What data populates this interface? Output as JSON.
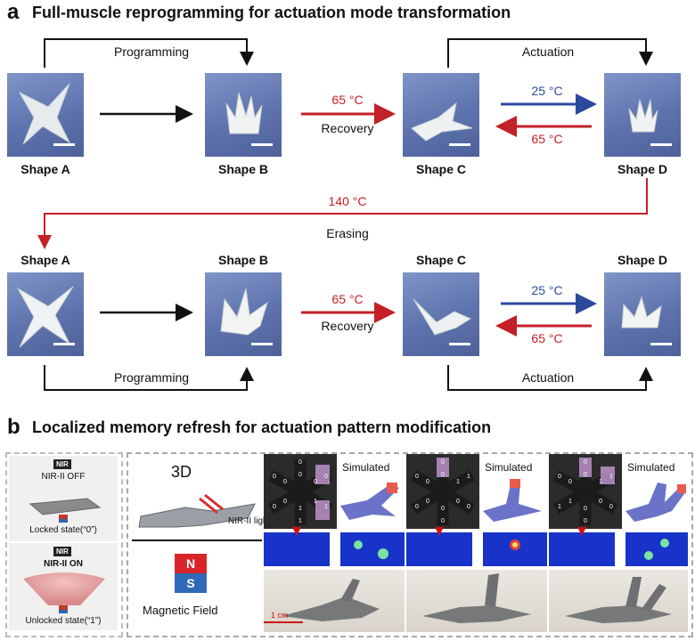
{
  "panel_a": {
    "letter": "a",
    "title": "Full-muscle reprogramming for actuation mode transformation",
    "row1": {
      "shapes": [
        "Shape A",
        "Shape B",
        "Shape C",
        "Shape D"
      ],
      "programming": "Programming",
      "actuation": "Actuation",
      "heat_temp": "65 °C",
      "recovery": "Recovery",
      "cool_temp": "25 °C",
      "reheat_temp": "65 °C"
    },
    "erase": {
      "temp": "140 °C",
      "label": "Erasing"
    },
    "row2": {
      "shapes": [
        "Shape A",
        "Shape B",
        "Shape C",
        "Shape D"
      ],
      "programming": "Programming",
      "actuation": "Actuation",
      "heat_temp": "65 °C",
      "recovery": "Recovery",
      "cool_temp": "25 °C",
      "reheat_temp": "65 °C"
    }
  },
  "panel_b": {
    "letter": "b",
    "title": "Localized memory  refresh for actuation pattern modification",
    "nir_badge": "NIR",
    "off_label": "NIR-II  OFF",
    "locked": "Locked state(“0”)",
    "nir_badge2": "NIR",
    "on_label": "NIR-II ON",
    "unlocked": "Unlocked state(“1”)",
    "three_d": "3D",
    "light_label": "NIR-II light",
    "magnet_n": "N",
    "magnet_s": "S",
    "magnetic_field": "Magnetic Field",
    "simulated": [
      "Simulated",
      "Simulated",
      "Simulated"
    ],
    "scale": "1 cm",
    "state_digits": [
      [
        "0",
        "0",
        "0",
        "0",
        "0",
        "0",
        "0",
        "0",
        "1",
        "1",
        "1",
        "1"
      ],
      [
        "0",
        "0",
        "0",
        "0",
        "1",
        "1",
        "0",
        "0",
        "0",
        "0",
        "0",
        "0"
      ],
      [
        "0",
        "0",
        "0",
        "0",
        "1",
        "1",
        "1",
        "1",
        "0",
        "0",
        "0",
        "0"
      ]
    ]
  }
}
